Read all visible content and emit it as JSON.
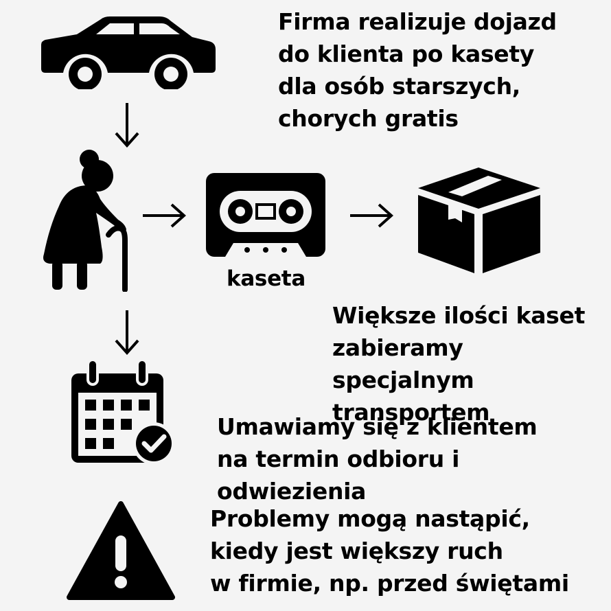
{
  "top_text": "Firma realizuje dojazd\ndo klienta po kasety\ndla osób starszych,\nchorych gratis",
  "cassette_label": "kaseta",
  "box_text": "Większe ilości kaset\nzabieramy specjalnym\ntransportem",
  "calendar_text": "Umawiamy się z klientem\nna termin odbioru i odwiezienia",
  "warning_text": "Problemy mogą nastąpić,\nkiedy jest większy ruch\nw firmie, np. przed świętami",
  "icons": [
    "car-icon",
    "elderly-person-icon",
    "cassette-icon",
    "box-icon",
    "calendar-check-icon",
    "warning-icon"
  ],
  "colors": {
    "background": "#f4f4f4",
    "foreground": "#000000"
  }
}
